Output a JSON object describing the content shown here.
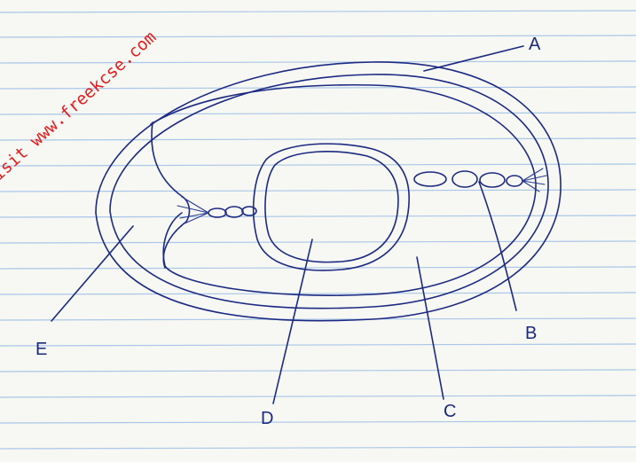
{
  "watermark": "Visit www.freekcse.com",
  "labels": {
    "A": "A",
    "B": "B",
    "C": "C",
    "D": "D",
    "E": "E"
  },
  "colors": {
    "ink": "#1c2a82",
    "ruled_line": "#a9c7e8",
    "paper": "#f7f7f3",
    "watermark": "#e11d1d"
  }
}
